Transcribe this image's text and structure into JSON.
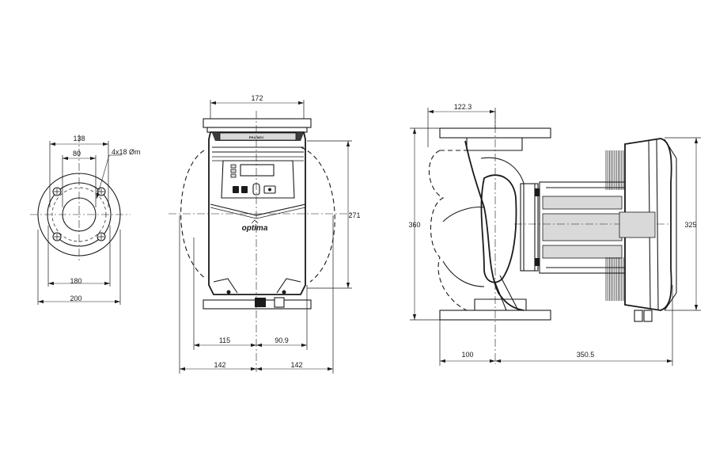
{
  "brand": {
    "logo_text": "optima",
    "model_label": "PRA-NEO"
  },
  "front_flange_view": {
    "dim_138": "138",
    "dim_80": "80",
    "bolt_callout": "4x18 Øm",
    "dim_180": "180",
    "dim_200": "200"
  },
  "front_view": {
    "dim_172": "172",
    "dim_271": "271",
    "dim_115": "115",
    "dim_90_9": "90.9",
    "dim_142_left": "142",
    "dim_142_right": "142"
  },
  "side_view": {
    "dim_122_3": "122.3",
    "dim_360": "360",
    "dim_325": "325",
    "dim_100": "100",
    "dim_350_5": "350.5"
  }
}
